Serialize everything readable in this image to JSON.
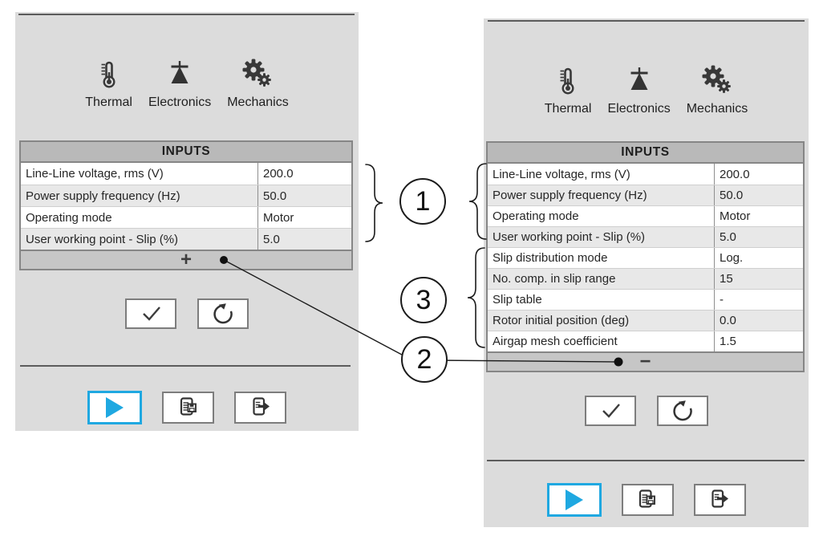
{
  "colors": {
    "accent_blue": "#1fa8e1",
    "panel_bg": "#dcdcdc",
    "table_header_bg": "#b9b9b9",
    "row_alt_bg": "#e8e8e8",
    "expander_bg": "#c6c6c6"
  },
  "toolbar": {
    "items": [
      {
        "icon": "thermal-icon",
        "label": "Thermal"
      },
      {
        "icon": "electronics-icon",
        "label": "Electronics"
      },
      {
        "icon": "mechanics-icon",
        "label": "Mechanics"
      }
    ]
  },
  "inputs_table": {
    "title": "INPUTS"
  },
  "left_panel": {
    "rows": [
      {
        "label": "Line-Line voltage, rms (V)",
        "value": "200.0"
      },
      {
        "label": "Power supply frequency (Hz)",
        "value": "50.0"
      },
      {
        "label": "Operating mode",
        "value": "Motor"
      },
      {
        "label": "User working point - Slip (%)",
        "value": "5.0"
      }
    ],
    "expander_symbol": "+"
  },
  "right_panel": {
    "rows": [
      {
        "label": "Line-Line voltage, rms (V)",
        "value": "200.0"
      },
      {
        "label": "Power supply frequency (Hz)",
        "value": "50.0"
      },
      {
        "label": "Operating mode",
        "value": "Motor"
      },
      {
        "label": "User working point - Slip (%)",
        "value": "5.0"
      },
      {
        "label": "Slip distribution mode",
        "value": "Log."
      },
      {
        "label": "No. comp. in slip range",
        "value": "15"
      },
      {
        "label": "Slip table",
        "value": "-"
      },
      {
        "label": "Rotor initial position (deg)",
        "value": "0.0"
      },
      {
        "label": "Airgap mesh coefficient",
        "value": "1.5"
      }
    ],
    "expander_symbol": "−"
  },
  "icons": {
    "toolbar": [
      "thermal-icon",
      "electronics-icon",
      "mechanics-icon"
    ],
    "buttons": [
      "check-icon",
      "reset-icon",
      "play-icon",
      "report-icon",
      "export-icon"
    ]
  },
  "annotations": {
    "circles": [
      {
        "label": "1"
      },
      {
        "label": "2"
      },
      {
        "label": "3"
      }
    ]
  }
}
